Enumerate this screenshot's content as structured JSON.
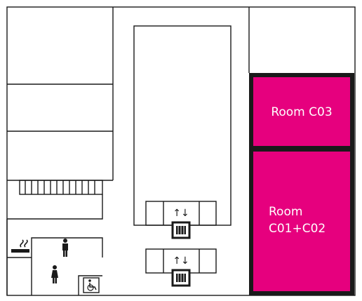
{
  "floor_plan": {
    "highlight_color": "#e6007e",
    "rooms": [
      {
        "id": "c03",
        "label": "Room C03"
      },
      {
        "id": "c01-c02",
        "label_line1": "Room",
        "label_line2": "C01+C02"
      }
    ],
    "icons": [
      {
        "name": "elevator-icon",
        "symbol": "↑↓"
      },
      {
        "name": "smoking-area-icon"
      },
      {
        "name": "mens-restroom-icon"
      },
      {
        "name": "womens-restroom-icon"
      },
      {
        "name": "accessible-restroom-icon"
      }
    ]
  }
}
